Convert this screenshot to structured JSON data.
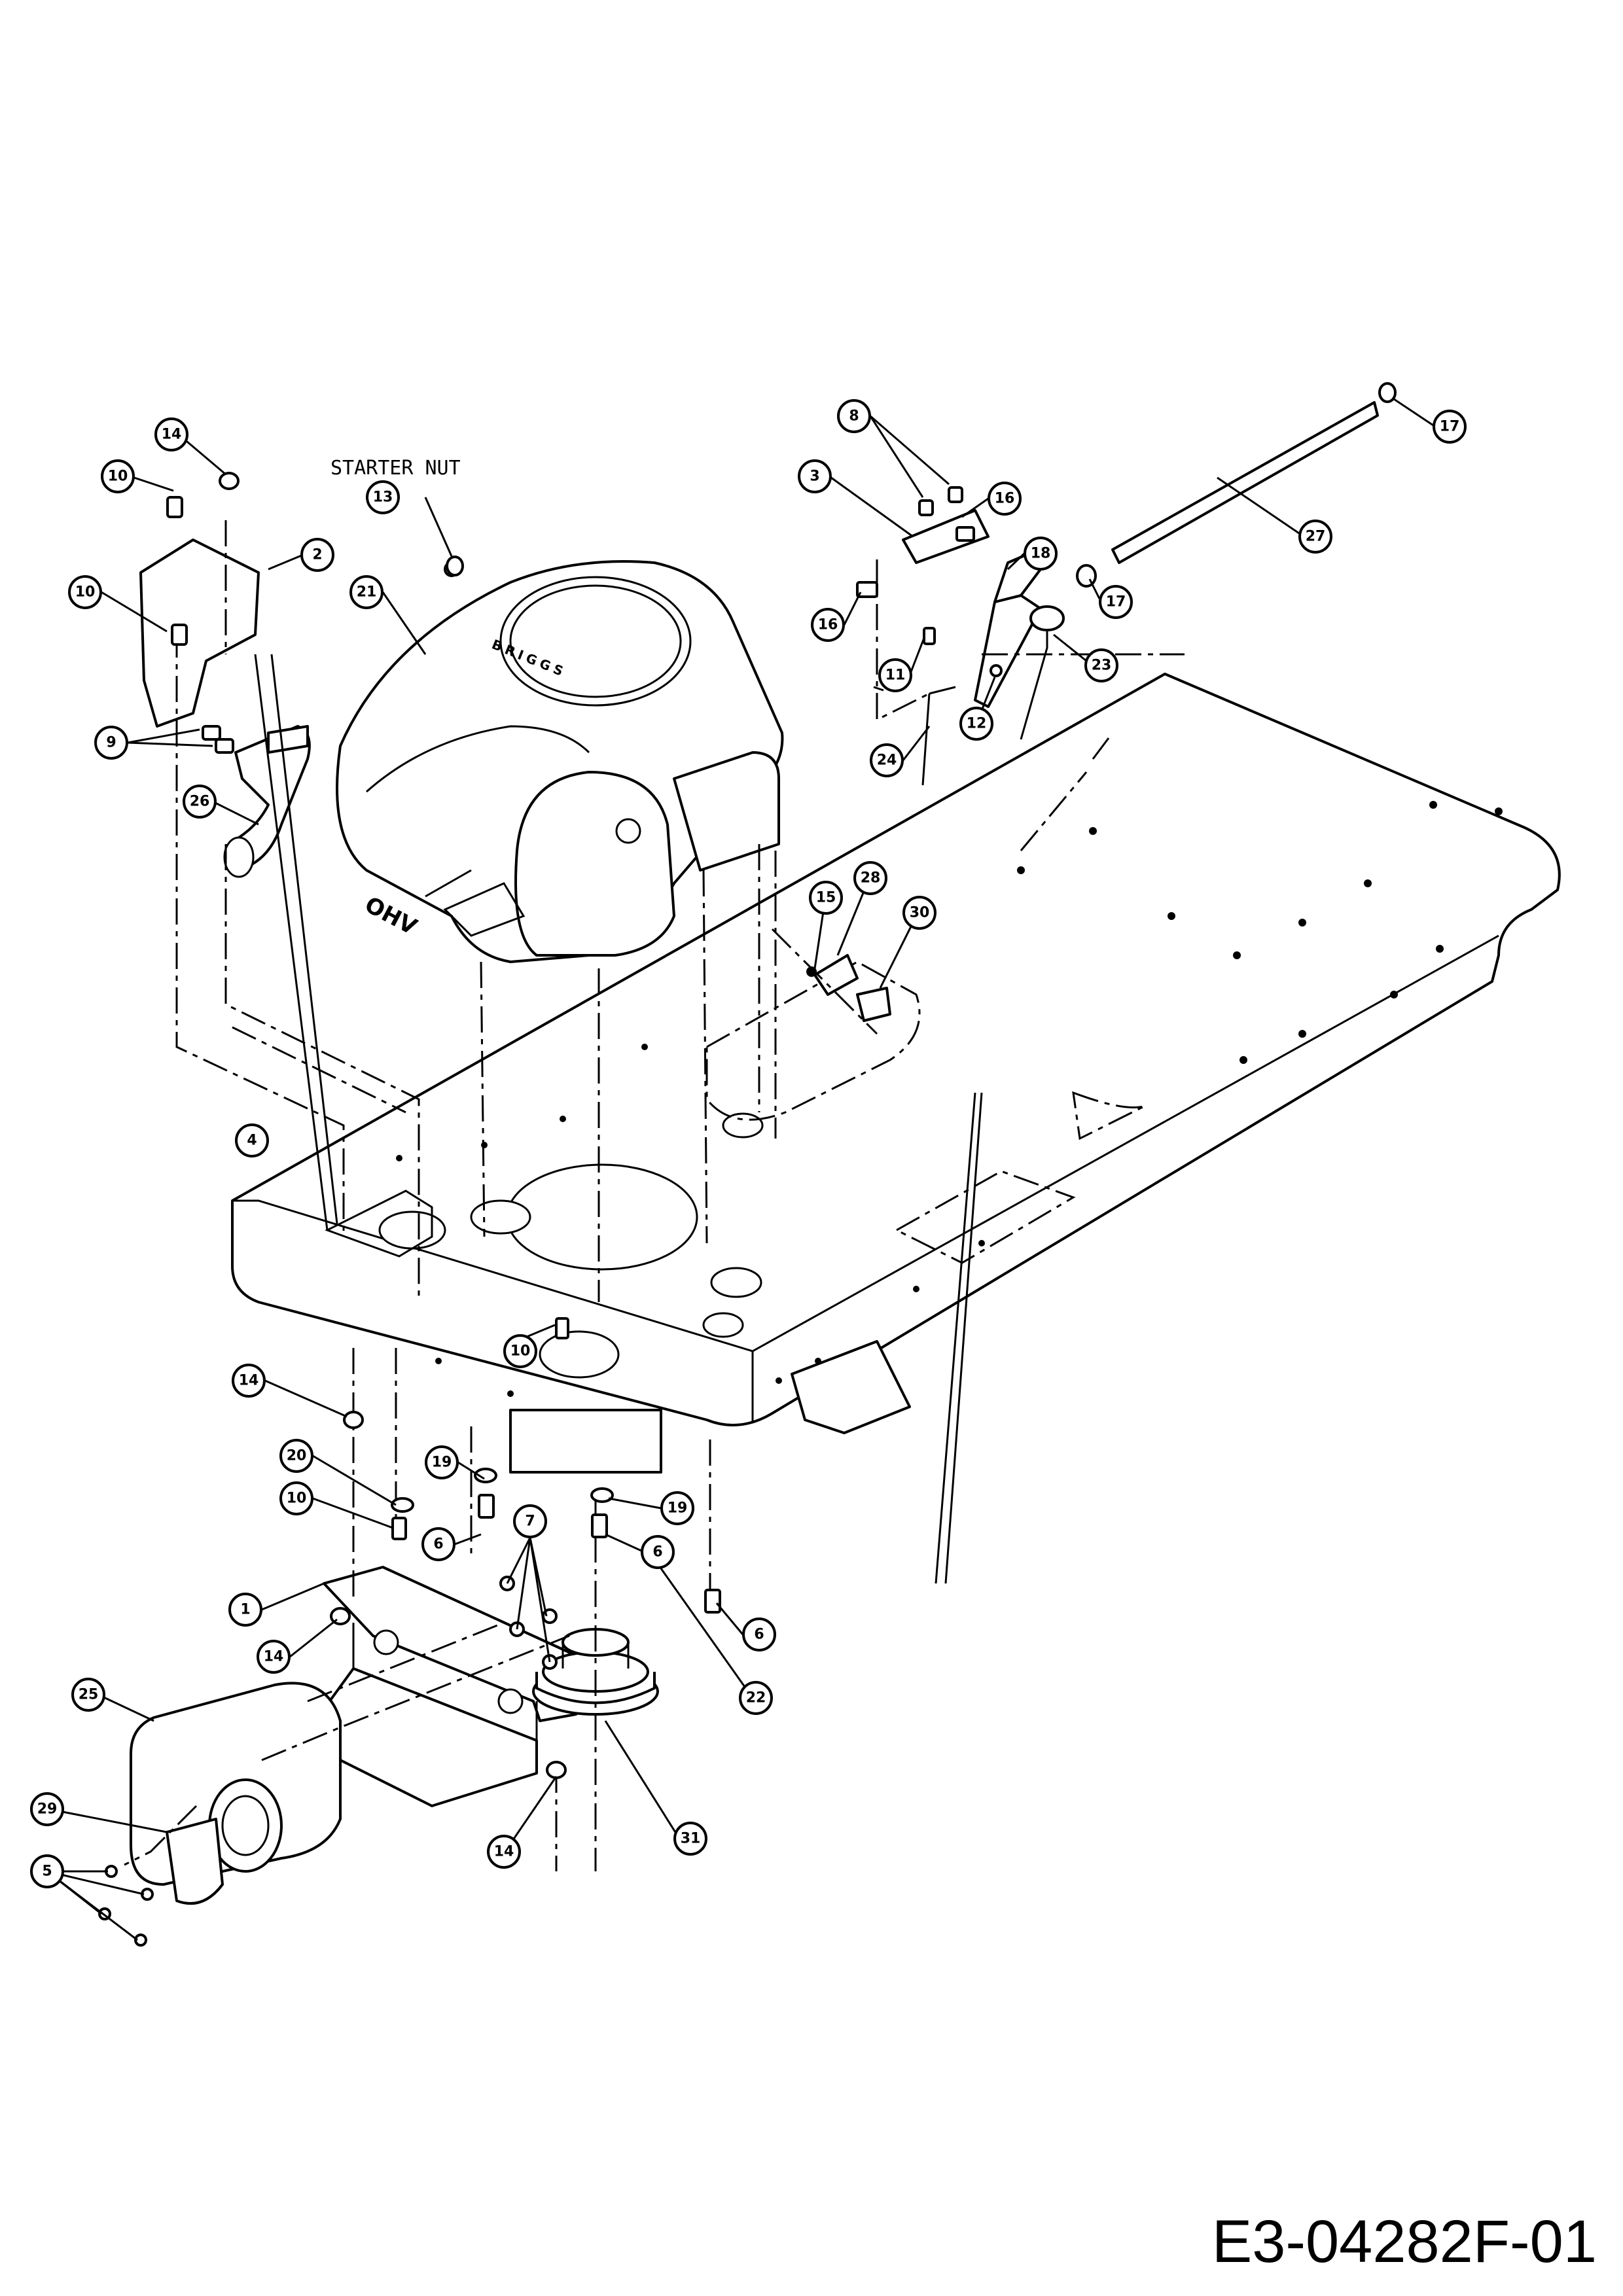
{
  "diagram": {
    "code": "E3-04282F-01",
    "label_starter_nut": "STARTER NUT",
    "engine_text_ohv": "OHV",
    "engine_text_brand": "BRIGGS",
    "callouts": [
      {
        "id": "c14a",
        "n": "14"
      },
      {
        "id": "c10a",
        "n": "10"
      },
      {
        "id": "c2",
        "n": "2"
      },
      {
        "id": "c10b",
        "n": "10"
      },
      {
        "id": "c9",
        "n": "9"
      },
      {
        "id": "c26",
        "n": "26"
      },
      {
        "id": "c13",
        "n": "13"
      },
      {
        "id": "c21",
        "n": "21"
      },
      {
        "id": "c8",
        "n": "8"
      },
      {
        "id": "c3",
        "n": "3"
      },
      {
        "id": "c16a",
        "n": "16"
      },
      {
        "id": "c16b",
        "n": "16"
      },
      {
        "id": "c18",
        "n": "18"
      },
      {
        "id": "c11",
        "n": "11"
      },
      {
        "id": "c12",
        "n": "12"
      },
      {
        "id": "c24",
        "n": "24"
      },
      {
        "id": "c23",
        "n": "23"
      },
      {
        "id": "c17a",
        "n": "17"
      },
      {
        "id": "c17b",
        "n": "17"
      },
      {
        "id": "c27",
        "n": "27"
      },
      {
        "id": "c15",
        "n": "15"
      },
      {
        "id": "c28",
        "n": "28"
      },
      {
        "id": "c30",
        "n": "30"
      },
      {
        "id": "c4",
        "n": "4"
      },
      {
        "id": "c10c",
        "n": "10"
      },
      {
        "id": "c14b",
        "n": "14"
      },
      {
        "id": "c20",
        "n": "20"
      },
      {
        "id": "c10d",
        "n": "10"
      },
      {
        "id": "c19a",
        "n": "19"
      },
      {
        "id": "c6a",
        "n": "6"
      },
      {
        "id": "c19b",
        "n": "19"
      },
      {
        "id": "c6b",
        "n": "6"
      },
      {
        "id": "c7",
        "n": "7"
      },
      {
        "id": "c1",
        "n": "1"
      },
      {
        "id": "c14c",
        "n": "14"
      },
      {
        "id": "c22",
        "n": "22"
      },
      {
        "id": "c6c",
        "n": "6"
      },
      {
        "id": "c25",
        "n": "25"
      },
      {
        "id": "c31",
        "n": "31"
      },
      {
        "id": "c29",
        "n": "29"
      },
      {
        "id": "c5",
        "n": "5"
      },
      {
        "id": "c14d",
        "n": "14"
      }
    ]
  }
}
